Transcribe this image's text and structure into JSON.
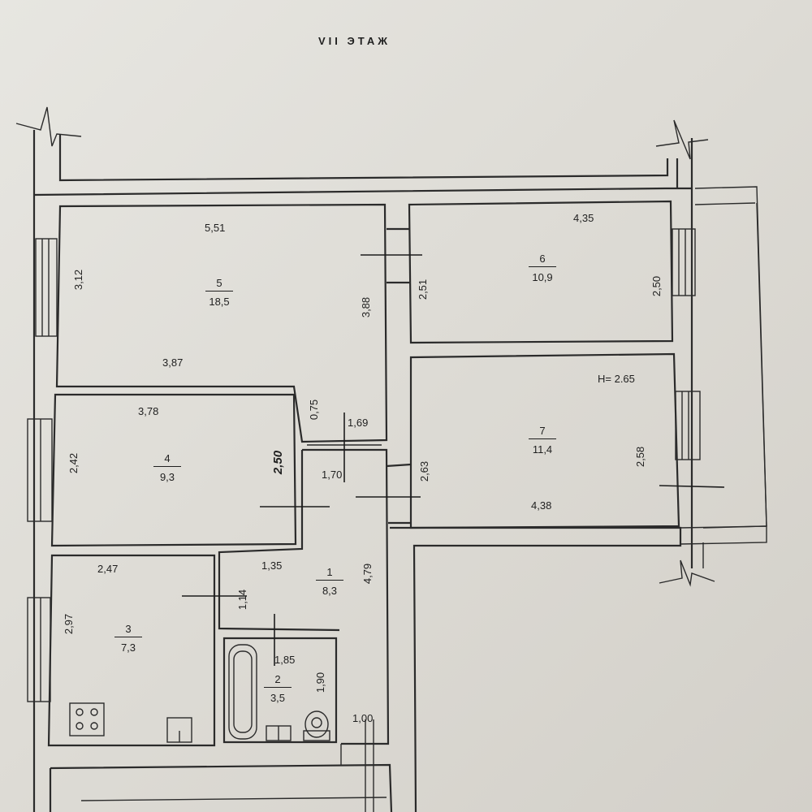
{
  "plan": {
    "title": "VII ЭТАЖ",
    "height_note": "H= 2.65",
    "rooms": [
      {
        "number": "1",
        "area": "8,3"
      },
      {
        "number": "2",
        "area": "3,5"
      },
      {
        "number": "3",
        "area": "7,3"
      },
      {
        "number": "4",
        "area": "9,3"
      },
      {
        "number": "5",
        "area": "18,5"
      },
      {
        "number": "6",
        "area": "10,9"
      },
      {
        "number": "7",
        "area": "11,4"
      }
    ],
    "dimensions": {
      "r5_top": "5,51",
      "r5_left": "3,12",
      "r5_bottom": "3,87",
      "r5_right": "3,88",
      "r4_top": "3,78",
      "r4_left": "2,42",
      "r4_right": "2,50",
      "gap_height": "0,75",
      "gap_width": "1,69",
      "hall_top": "1,70",
      "hall_right": "4,79",
      "hall_lower": "1,35",
      "hall_left": "1,14",
      "r3_top": "2,47",
      "r3_left": "2,97",
      "bath_top": "1,85",
      "bath_right": "1,90",
      "door_width": "1,00",
      "r6_top": "4,35",
      "r6_left": "2,51",
      "r6_right": "2,50",
      "r7_left": "2,63",
      "r7_right": "2,58",
      "r7_bottom": "4,38"
    }
  }
}
